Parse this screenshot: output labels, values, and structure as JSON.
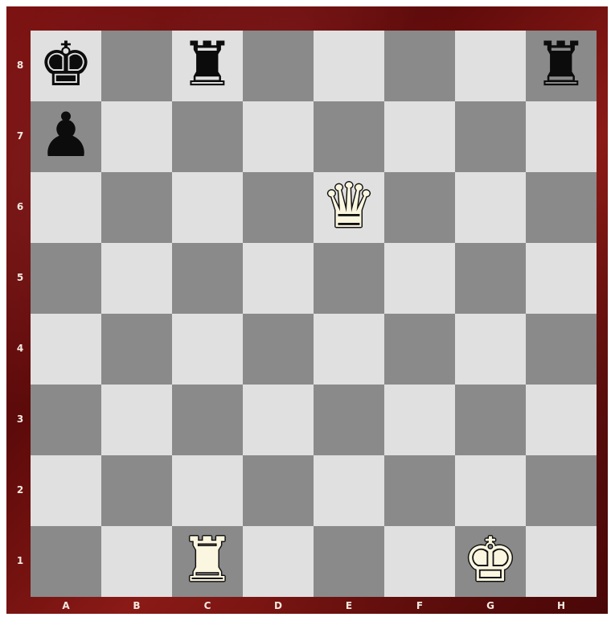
{
  "board": {
    "files": [
      "A",
      "B",
      "C",
      "D",
      "E",
      "F",
      "G",
      "H"
    ],
    "ranks": [
      "8",
      "7",
      "6",
      "5",
      "4",
      "3",
      "2",
      "1"
    ],
    "colors": {
      "light": "#e0e0e0",
      "dark": "#8a8a8a",
      "frame": "#6e0e0e"
    },
    "pieces": [
      {
        "square": "a8",
        "type": "king",
        "color": "black",
        "glyph": "♚"
      },
      {
        "square": "c8",
        "type": "rook",
        "color": "black",
        "glyph": "♜"
      },
      {
        "square": "h8",
        "type": "rook",
        "color": "black",
        "glyph": "♜"
      },
      {
        "square": "a7",
        "type": "pawn",
        "color": "black",
        "glyph": "♟"
      },
      {
        "square": "e6",
        "type": "queen",
        "color": "white",
        "glyph": "♛"
      },
      {
        "square": "c1",
        "type": "rook",
        "color": "white",
        "glyph": "♜"
      },
      {
        "square": "g1",
        "type": "king",
        "color": "white",
        "glyph": "♚"
      }
    ]
  }
}
